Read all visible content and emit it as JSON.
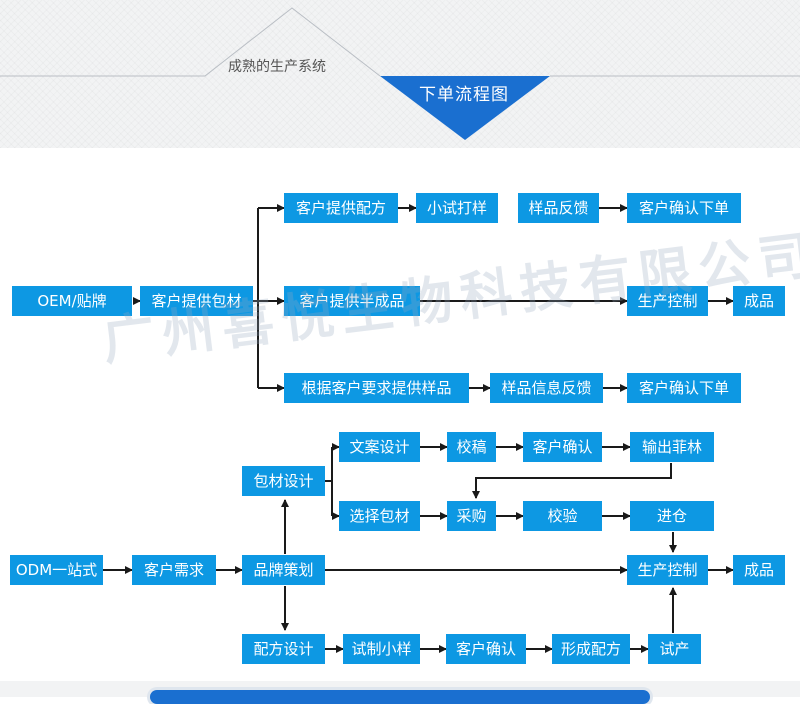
{
  "header": {
    "subtitle": "成熟的生产系统",
    "title": "下单流程图",
    "accent_color": "#1a6fd0"
  },
  "watermark": "广州喜悦生物科技有限公司",
  "box_color": "#0d98e3",
  "flow": {
    "oem_start": "OEM/贴牌",
    "oem_package": "客户提供包材",
    "oem_formula": "客户提供配方",
    "oem_trial": "小试打样",
    "oem_feedback": "样品反馈",
    "oem_confirm1": "客户确认下单",
    "oem_semi": "客户提供半成品",
    "oem_production": "生产控制",
    "oem_product": "成品",
    "oem_sample_req": "根据客户要求提供样品",
    "oem_sample_info": "样品信息反馈",
    "oem_confirm2": "客户确认下单",
    "odm_start": "ODM一站式",
    "odm_demand": "客户需求",
    "odm_brand": "品牌策划",
    "odm_pkg_design": "包材设计",
    "odm_copy_design": "文案设计",
    "odm_proof": "校稿",
    "odm_confirm": "客户确认",
    "odm_film": "输出菲林",
    "odm_select_pkg": "选择包材",
    "odm_purchase": "采购",
    "odm_inspect": "校验",
    "odm_warehouse": "进仓",
    "odm_production": "生产控制",
    "odm_product": "成品",
    "odm_formula_design": "配方设计",
    "odm_trial_sample": "试制小样",
    "odm_confirm2": "客户确认",
    "odm_formula_final": "形成配方",
    "odm_trial_prod": "试产"
  }
}
